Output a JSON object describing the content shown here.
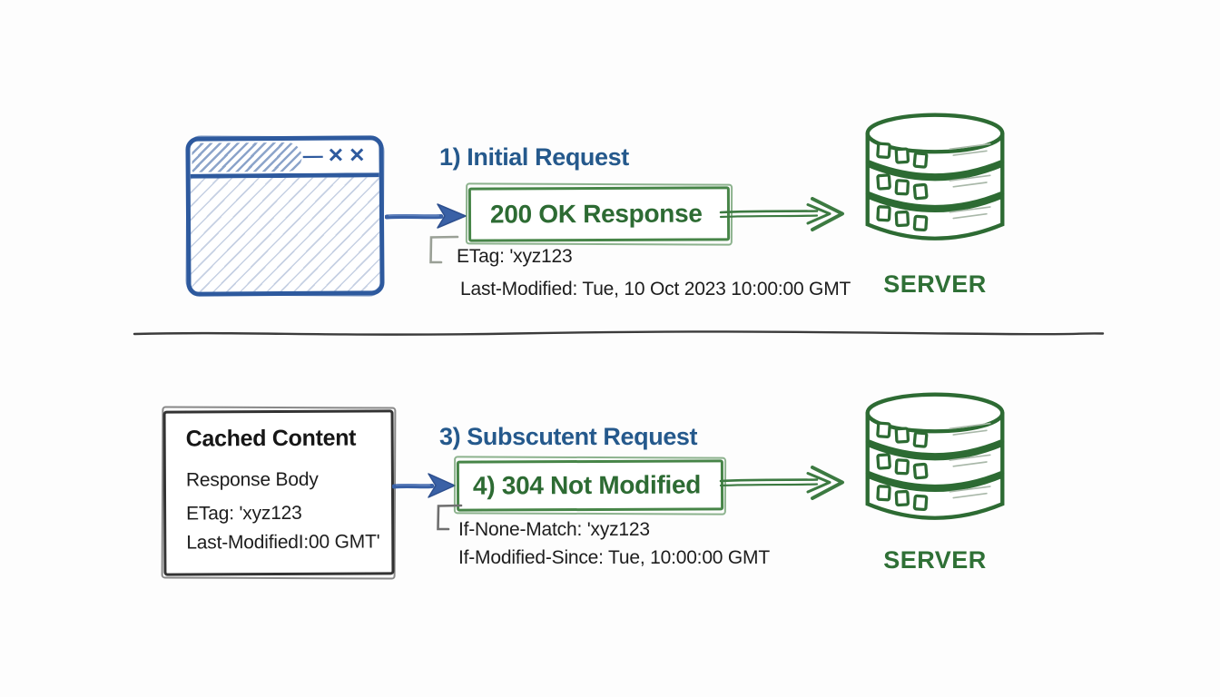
{
  "chrome": {
    "minimize_glyph": "—",
    "close_glyph": "✕✕"
  },
  "top_flow": {
    "step_label": "1) Initial Request",
    "response_box_label": "200 OK Response",
    "headers": [
      "ETag: 'xyz123",
      "Last-Modified: Tue, 10 Oct 2023 10:00:00 GMT"
    ],
    "server_label": "SERVER"
  },
  "bottom_flow": {
    "cache_box": {
      "title": "Cached Content",
      "lines": [
        "Response Body",
        "ETag: 'xyz123",
        "Last-ModifiedI:00 GMT'"
      ]
    },
    "step_label": "3) Subscutent Request",
    "response_box_label": "4) 304 Not Modified",
    "headers": [
      "If-None-Match: 'xyz123",
      "If-Modified-Since: Tue, 10:00:00 GMT"
    ],
    "server_label": "SERVER"
  },
  "colors": {
    "heading_blue": "#25598c",
    "arrow_blue": "#3a61a6",
    "box_green": "#478548",
    "text_green": "#2d6b33",
    "server_green": "#2f7036",
    "ink": "#1d1d1d"
  }
}
